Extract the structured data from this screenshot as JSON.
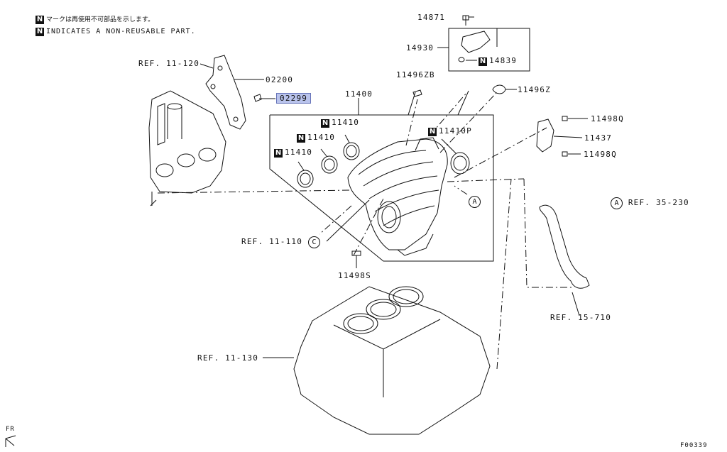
{
  "notes": {
    "n_glyph": "N",
    "jp": "マークは再使用不可部品を示します。",
    "en": "INDICATES A NON-REUSABLE PART."
  },
  "parts": {
    "p14871": "14871",
    "p14930": "14930",
    "p14839": "14839",
    "p11496zb": "11496ZB",
    "p11400": "11400",
    "p11496z": "11496Z",
    "p11410a": "11410",
    "p11410b": "11410",
    "p11410c": "11410",
    "p11410p": "11410P",
    "p11498q_top": "11498Q",
    "p11437": "11437",
    "p11498q_bot": "11498Q",
    "p02200": "02200",
    "p02299": "02299",
    "p11498s": "11498S"
  },
  "refs": {
    "r11_120": "REF. 11-120",
    "r11_110": "REF. 11-110",
    "r11_130": "REF. 11-130",
    "r35_230": "REF. 35-230",
    "r15_710": "REF. 15-710"
  },
  "callouts": {
    "a": "A",
    "c": "C"
  },
  "footer": {
    "fr": "FR",
    "code": "F00339"
  },
  "colors": {
    "highlight": "#b9c3ec",
    "line": "#111111"
  }
}
